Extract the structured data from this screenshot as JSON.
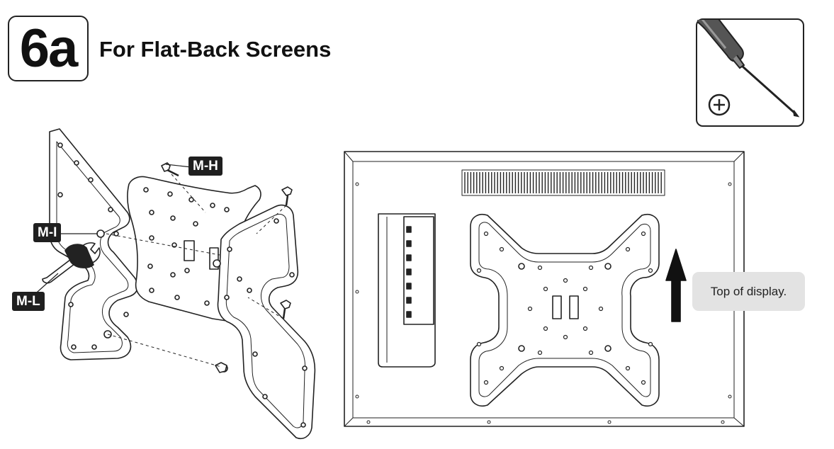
{
  "step": {
    "number": "6a",
    "title": "For Flat-Back Screens"
  },
  "tool": {
    "name": "screwdriver-icon",
    "tip": "phillips-head-icon"
  },
  "hardware_labels": {
    "mh": "M-H",
    "mi": "M-I",
    "ml": "M-L"
  },
  "callout": {
    "text": "Top of display."
  }
}
